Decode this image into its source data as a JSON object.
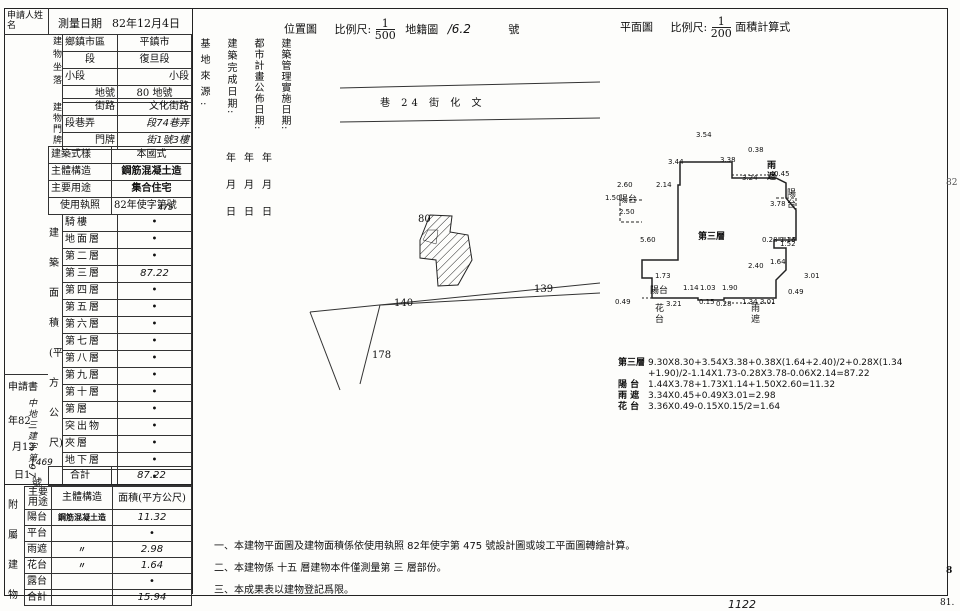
{
  "side_vertical": {
    "applicant_box": "申請人姓名",
    "app_date_label": "申請書",
    "app_year": "年82",
    "app_month": "月12",
    "app_day": "日1",
    "app_no_label": "號",
    "app_no_value": "1469",
    "app_rotated": "中地三建字第97"
  },
  "register": {
    "survey_date_label": "測量日期",
    "survey_date_value": "82年12月4日",
    "location_group": "建物坐落",
    "rows": [
      {
        "label": "鄉鎮市區",
        "value": "平鎮市"
      },
      {
        "label": "段",
        "value": "復旦段"
      },
      {
        "label": "小段",
        "value": "小段"
      },
      {
        "label": "地號",
        "value": "80 地號"
      }
    ],
    "door_group": "建物門牌",
    "door_rows": [
      {
        "label": "街路",
        "value": "文化街路"
      },
      {
        "label": "段巷弄",
        "value": "段74巷弄"
      },
      {
        "label": "門牌",
        "value": "街1號3樓"
      }
    ],
    "style_label": "建築式樣",
    "style_value": "本國式",
    "structure_label": "主體構造",
    "structure_value": "鋼筋混凝土造",
    "use_label": "主要用途",
    "use_value": "集合住宅",
    "permit_label": "使用執照",
    "permit_value": "82年使字第號",
    "permit_hand": "475",
    "area_group_chars": [
      "建",
      "築",
      "面",
      "積",
      "(平",
      "方",
      "公",
      "尺)"
    ],
    "floors": [
      {
        "name": "騎樓",
        "value": "•"
      },
      {
        "name": "地面層",
        "value": "•"
      },
      {
        "name": "第二層",
        "value": "•"
      },
      {
        "name": "第三層",
        "value": "87.22"
      },
      {
        "name": "第四層",
        "value": "•"
      },
      {
        "name": "第五層",
        "value": "•"
      },
      {
        "name": "第六層",
        "value": "•"
      },
      {
        "name": "第七層",
        "value": "•"
      },
      {
        "name": "第八層",
        "value": "•"
      },
      {
        "name": "第九層",
        "value": "•"
      },
      {
        "name": "第十層",
        "value": "•"
      },
      {
        "name": "第層",
        "value": "•"
      },
      {
        "name": "突出物",
        "value": "•"
      },
      {
        "name": "夾層",
        "value": "•"
      },
      {
        "name": "地下層",
        "value": "•"
      },
      {
        "name": "",
        "value": "•"
      }
    ],
    "total_label": "合計",
    "total_value": "87.22"
  },
  "annex": {
    "group_chars": [
      "附",
      "屬",
      "建",
      "物"
    ],
    "header_use": "主要用途",
    "header_struct": "主體構造",
    "header_area": "面積(平方公尺)",
    "rows": [
      {
        "use": "陽台",
        "struct": "鋼筋混凝土造",
        "area": "11.32"
      },
      {
        "use": "平台",
        "struct": "",
        "area": "•"
      },
      {
        "use": "雨遮",
        "struct": "〃",
        "area": "2.98"
      },
      {
        "use": "花台",
        "struct": "〃",
        "area": "1.64"
      },
      {
        "use": "露台",
        "struct": "",
        "area": "•"
      },
      {
        "use": "合計",
        "struct": "",
        "area": "15.94"
      }
    ]
  },
  "location_map": {
    "title": "位置圖",
    "scale_label": "比例尺:",
    "scale_num": "1",
    "scale_den": "500",
    "land_label": "地籍圖",
    "land_no": "/6.2",
    "land_suffix": "號",
    "street": "巷 24 街 化 文",
    "parcels": [
      "80",
      "140",
      "139",
      "178"
    ],
    "vertical_notes": [
      "基地來源:",
      "建築完成日期:",
      "都市計畫公佈日期:",
      "建築管理實施日期:"
    ],
    "date_parts": [
      "年",
      "月",
      "日"
    ]
  },
  "floor_plan": {
    "title": "平面圖",
    "scale_label": "比例尺:",
    "scale_num": "1",
    "scale_den": "200",
    "calc_label": "面積計算式",
    "floor_label": "第三層",
    "labels": {
      "balcony_left": "陽台",
      "balcony_right": "陽台",
      "balcony_bottom": "陽台",
      "canopy_top": "雨遮",
      "canopy_bottom": "雨遮",
      "planter": "花台"
    },
    "dimensions": [
      "3.54",
      "3.44",
      "3.38",
      "0.38",
      "2.60",
      "2.14",
      "3.24",
      "0.45",
      "1.50",
      "2.50",
      "5.60",
      "3.78",
      "0.28",
      "1.16",
      "1.73",
      "1.14",
      "1.03",
      "1.90",
      "2.40",
      "1.64",
      "3.01",
      "0.49",
      "3.21",
      "1.34",
      "3.01",
      "0.49",
      "0.15",
      "0.28",
      "1.52"
    ],
    "formulas": [
      {
        "tag": "第三層",
        "text": "9.30X8.30+3.54X3.38+0.38X(1.64+2.40)/2+0.28X(1.34"
      },
      {
        "tag": "",
        "text": "+1.90)/2-1.14X1.73-0.28X3.78-0.06X2.14=87.22"
      },
      {
        "tag": "陽 台",
        "text": "1.44X3.78+1.73X1.14+1.50X2.60=11.32"
      },
      {
        "tag": "雨 遮",
        "text": "3.34X0.45+0.49X3.01=2.98"
      },
      {
        "tag": "花 台",
        "text": "3.36X0.49-0.15X0.15/2=1.64"
      }
    ]
  },
  "footnotes": [
    "一、本建物平面圖及建物面積係依使用執照 82年使字第 475 號設計圖或竣工平面圖轉繪計算。",
    "二、本建物係 十五 層建物本件僅測量第 三 層部份。",
    "三、本成果表以建物登記爲限。"
  ],
  "margin_marks": {
    "right_top": "82",
    "bottom_right": "81.",
    "bottom_hand": "1122",
    "right_mid": "8"
  }
}
